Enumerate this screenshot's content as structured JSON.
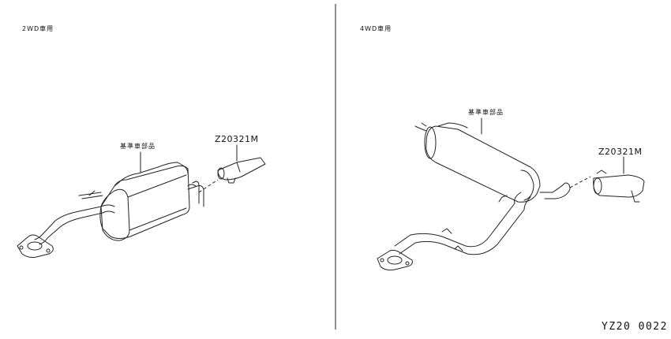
{
  "panels": {
    "left": {
      "heading": "2WD車用",
      "muffler_label": "基準車部品",
      "part_number": "Z20321M"
    },
    "right": {
      "heading": "4WD車用",
      "muffler_label": "基準車部品",
      "part_number": "Z20321M"
    }
  },
  "footer": {
    "figure_id": "YZ20 0022"
  },
  "colors": {
    "ink": "#222222",
    "background": "#ffffff"
  }
}
